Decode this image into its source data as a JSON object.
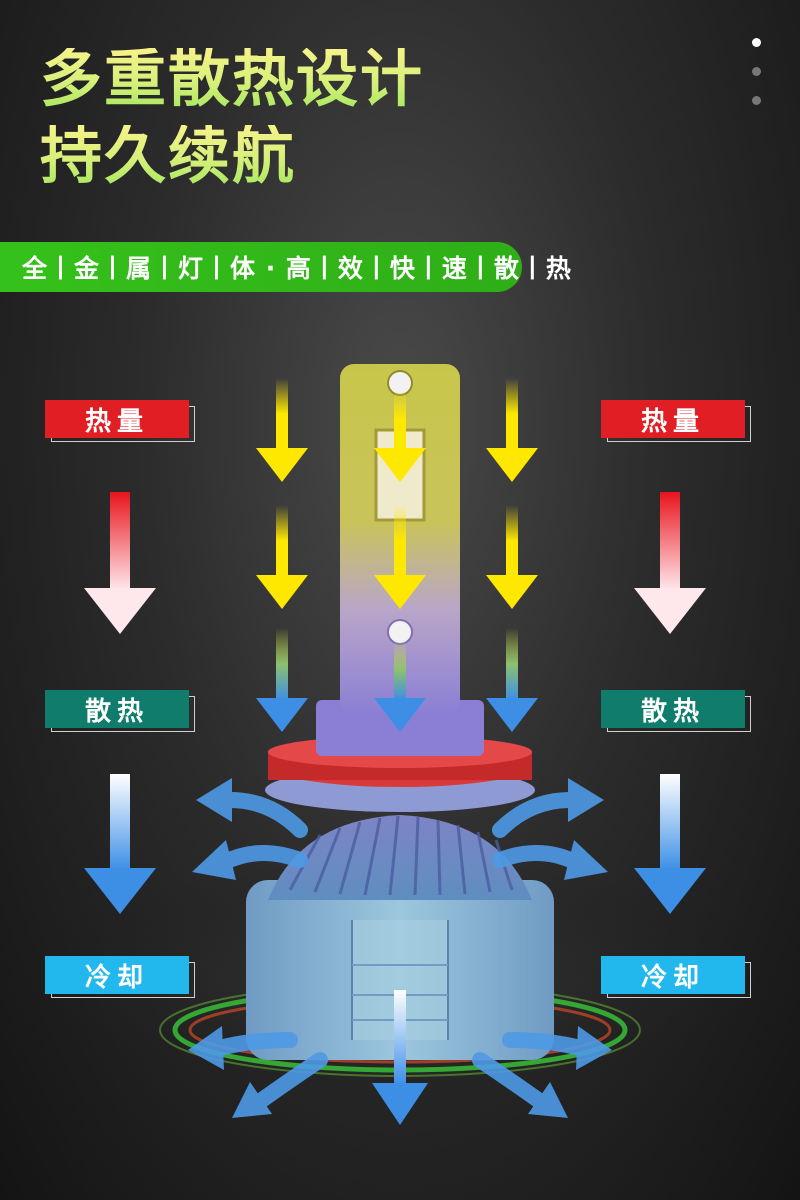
{
  "title": {
    "line1": "多重散热设计",
    "line2": "持久续航"
  },
  "banner": {
    "text": "全丨金丨属丨灯丨体 · 高丨效丨快丨速丨散丨热"
  },
  "labels": {
    "heat": "热量",
    "dissipate": "散热",
    "cool": "冷却"
  },
  "colors": {
    "heat_label": "#e01e23",
    "dissipate_label": "#0f7c6c",
    "cool_label": "#22b8ee",
    "banner": "#35c11b",
    "yellow_arrow": "#ffe800",
    "blue_arrow": "#3d8fe6"
  },
  "pagination": {
    "total": 3,
    "active": 1
  }
}
